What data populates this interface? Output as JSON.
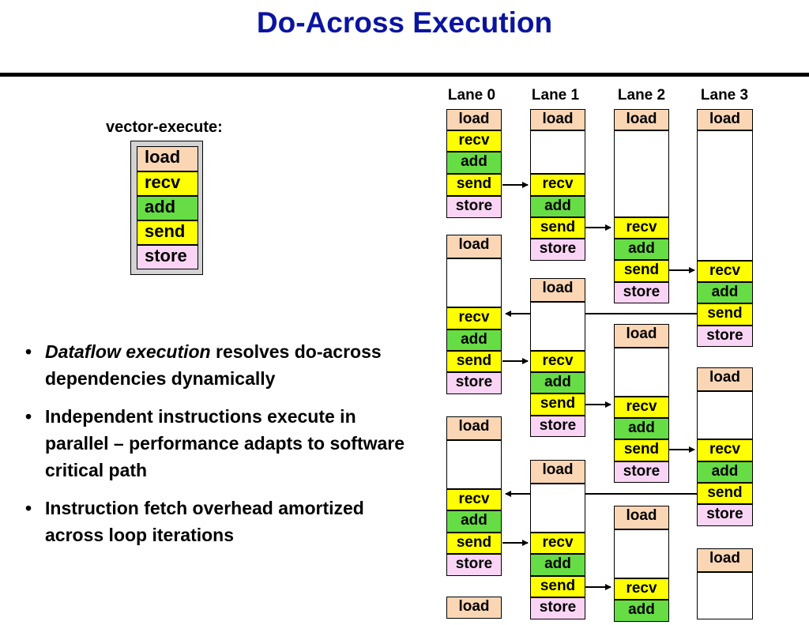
{
  "title": "Do-Across Execution",
  "vector_execute": {
    "label": "vector-execute:",
    "ops": [
      "load",
      "recv",
      "add",
      "send",
      "store"
    ]
  },
  "lanes": [
    "Lane 0",
    "Lane 1",
    "Lane 2",
    "Lane 3"
  ],
  "ops": {
    "load": "load",
    "recv": "recv",
    "add": "add",
    "send": "send",
    "store": "store"
  },
  "bullets": [
    {
      "italic": "Dataflow execution",
      "text": " resolves do-across dependencies dynamically"
    },
    {
      "italic": "",
      "text": "Independent instructions execute in parallel – performance adapts to software critical path"
    },
    {
      "italic": "",
      "text": "Instruction fetch overhead amortized across loop iterations"
    }
  ],
  "colors": {
    "title": "#0a14a0",
    "load": "#fbd6b5",
    "recv": "#ffff00",
    "add": "#66dd44",
    "send": "#ffff00",
    "store": "#fad4f5"
  }
}
